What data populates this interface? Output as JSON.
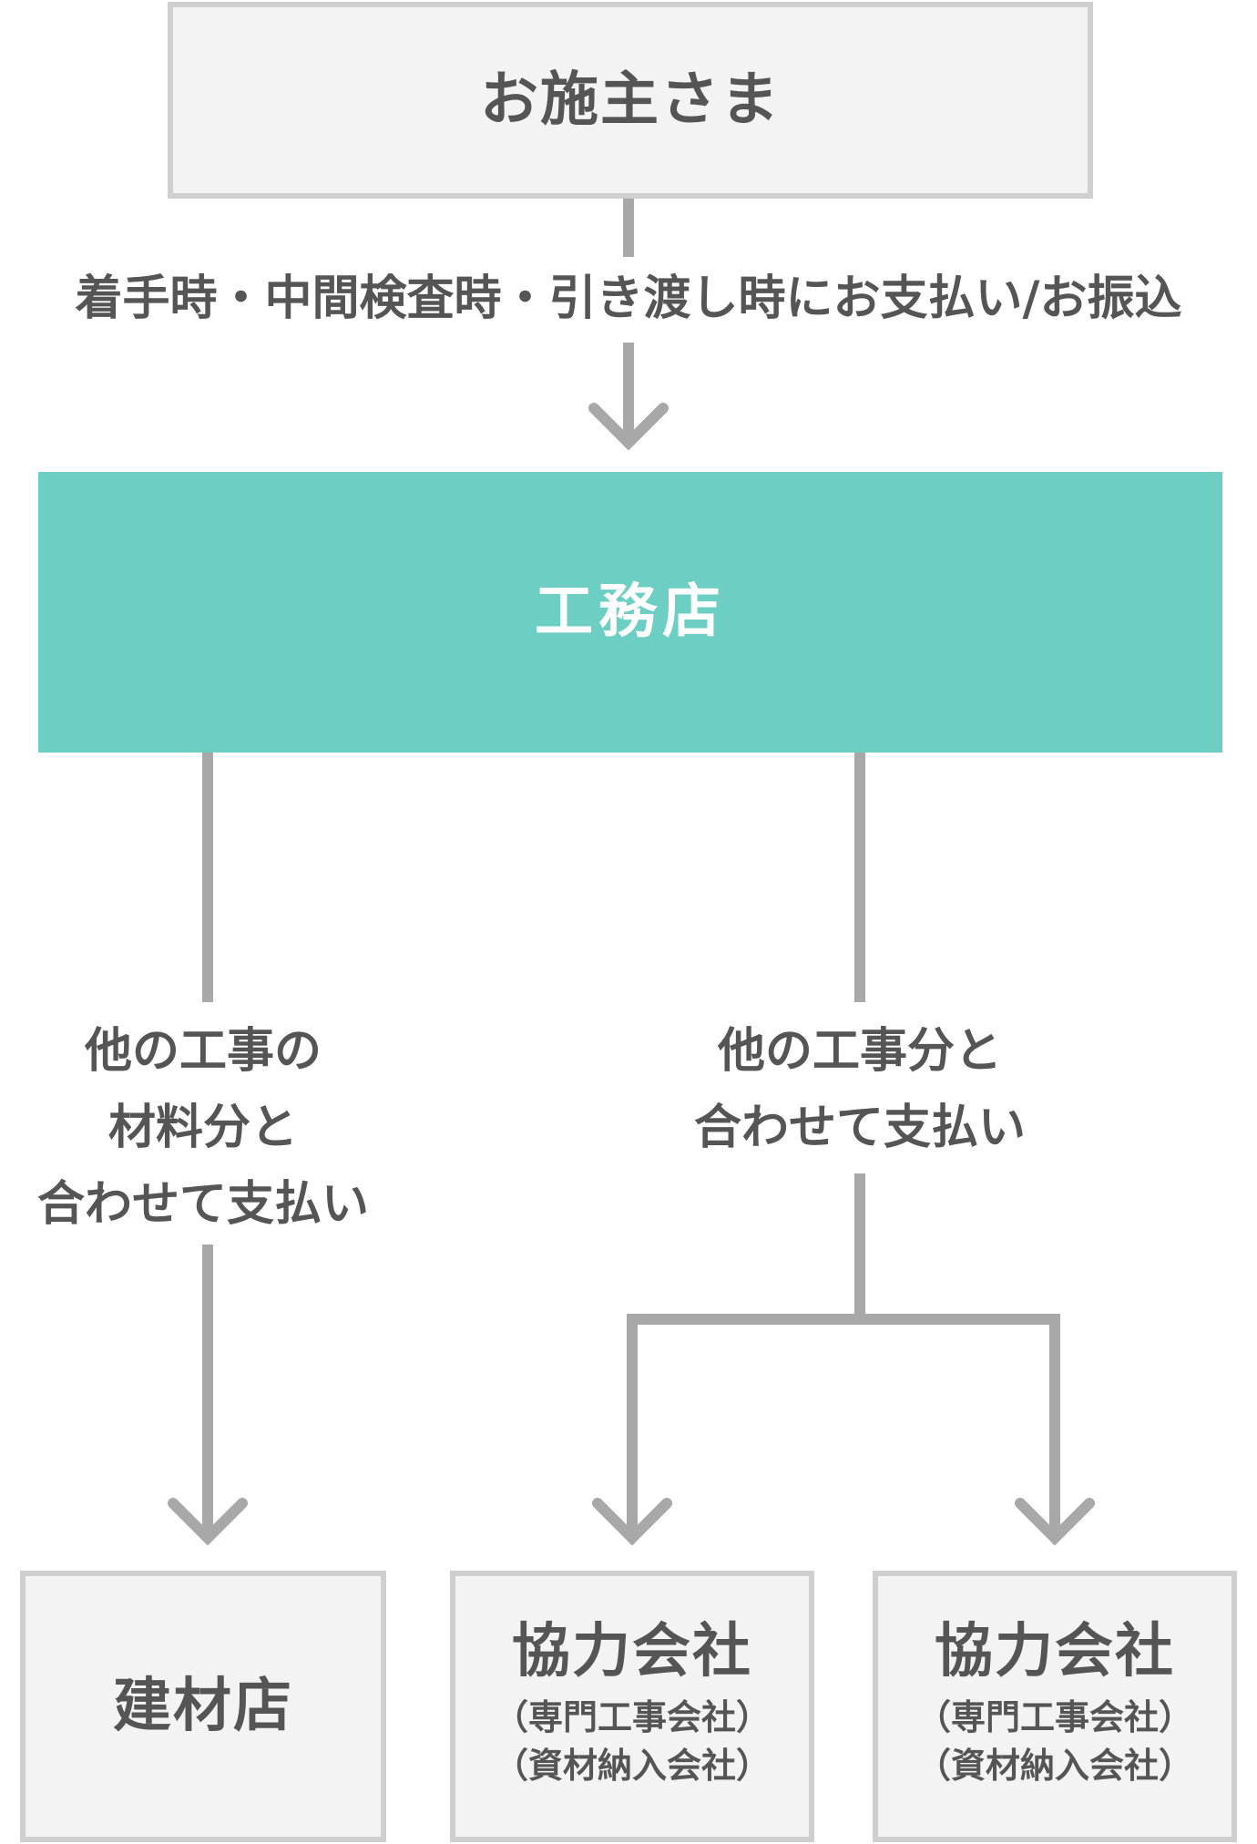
{
  "client": {
    "label": "お施主さま"
  },
  "payment_label": "着手時・中間検査時・引き渡し時にお支払い/お振込",
  "contractor": {
    "label": "工務店"
  },
  "left_branch": {
    "lines": [
      "他の工事の",
      "材料分と",
      "合わせて支払い"
    ]
  },
  "right_branch": {
    "lines": [
      "他の工事分と",
      "合わせて支払い"
    ]
  },
  "recipients": [
    {
      "title": "建材店"
    },
    {
      "title": "協力会社",
      "sub1": "（専門工事会社）",
      "sub2": "（資材納入会社）"
    },
    {
      "title": "協力会社",
      "sub1": "（専門工事会社）",
      "sub2": "（資材納入会社）"
    }
  ],
  "colors": {
    "accent": "#6dcfc3",
    "line": "#a8a8a8",
    "box_fill": "#f3f3f3",
    "box_border": "#cfcfcf",
    "text": "#555555"
  }
}
